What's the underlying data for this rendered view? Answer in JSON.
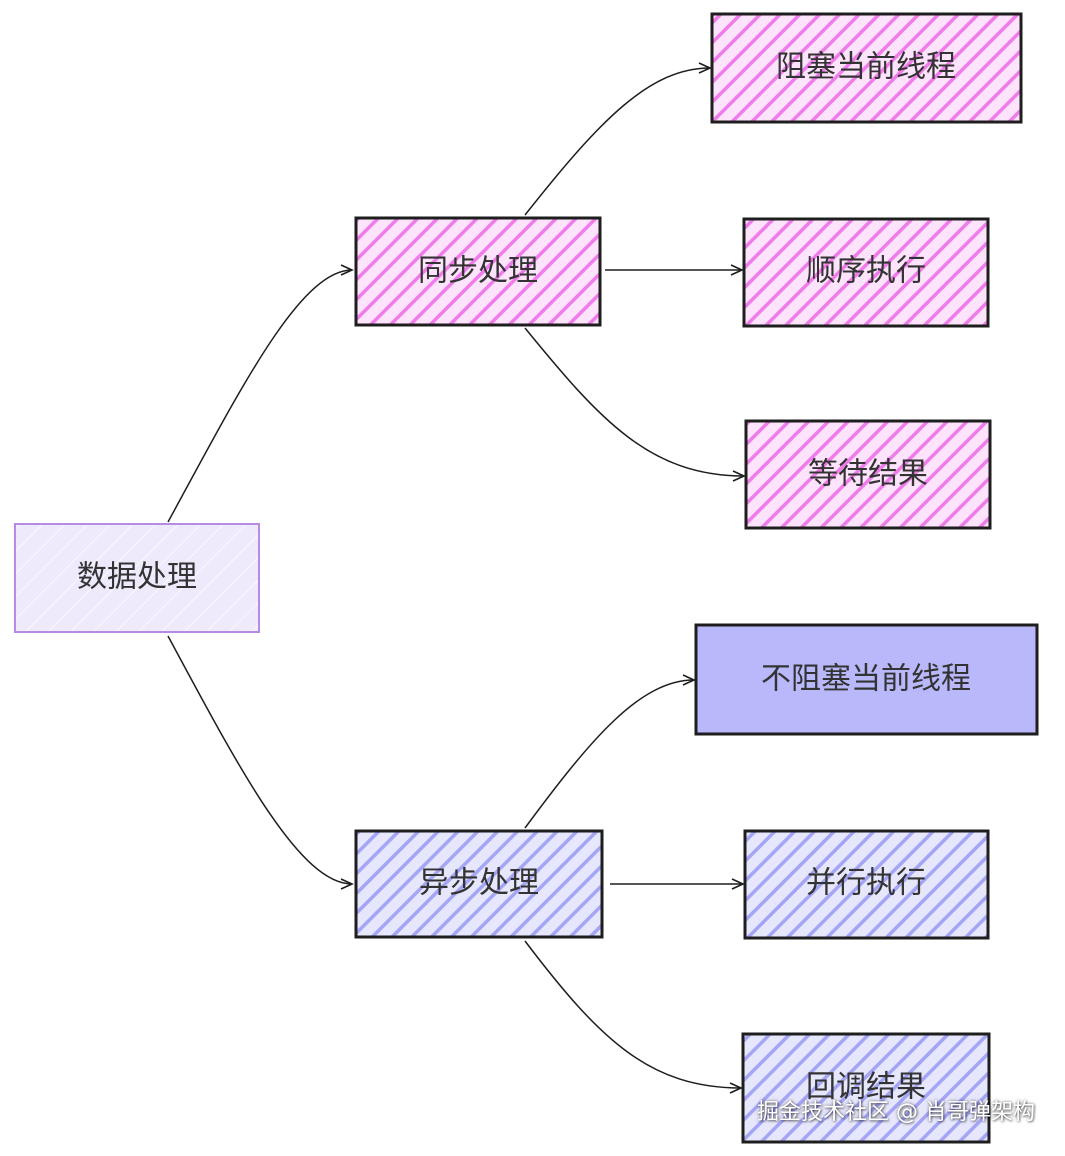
{
  "nodes": {
    "root": {
      "label": "数据处理",
      "fill": "#ece8fb",
      "stroke": "#b58be3"
    },
    "sync": {
      "label": "同步处理",
      "fill": "#f47cf0",
      "stroke": "#1e1e1e"
    },
    "sync_block": {
      "label": "阻塞当前线程",
      "fill": "#f47cf0",
      "stroke": "#1e1e1e"
    },
    "sync_sequential": {
      "label": "顺序执行",
      "fill": "#f47cf0",
      "stroke": "#1e1e1e"
    },
    "sync_wait": {
      "label": "等待结果",
      "fill": "#f47cf0",
      "stroke": "#1e1e1e"
    },
    "async": {
      "label": "异步处理",
      "fill": "#a3a3f7",
      "stroke": "#1e1e1e"
    },
    "async_noblock": {
      "label": "不阻塞当前线程",
      "fill": "#a3a3f7",
      "stroke": "#1e1e1e"
    },
    "async_parallel": {
      "label": "并行执行",
      "fill": "#a3a3f7",
      "stroke": "#1e1e1e"
    },
    "async_callback": {
      "label": "回调结果",
      "fill": "#a3a3f7",
      "stroke": "#1e1e1e"
    }
  },
  "watermark": "掘金技术社区 @ 肖哥弹架构"
}
